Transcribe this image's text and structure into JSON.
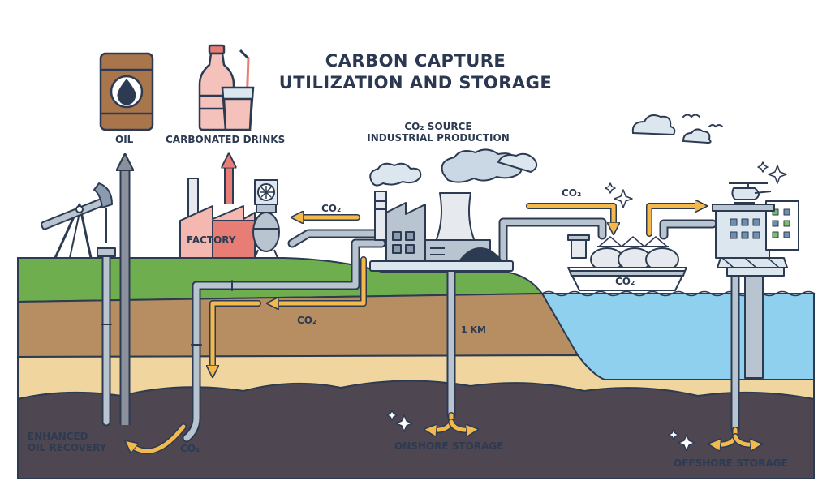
{
  "title": {
    "line1": "CARBON CAPTURE",
    "line2": "UTILIZATION AND STORAGE"
  },
  "labels": {
    "oil": "OIL",
    "carbonated_drinks": "CARBONATED DRINKS",
    "co2_source_line1": "CO₂ SOURCE",
    "co2_source_line2": "INDUSTRIAL PRODUCTION",
    "factory": "FACTORY",
    "co2_to_factory": "CO₂",
    "co2_to_ship": "CO₂",
    "ship_co2": "CO₂",
    "co2_underground": "CO₂",
    "depth": "1 KM",
    "co2_eor": "CO₂",
    "eor_line1": "ENHANCED",
    "eor_line2": "OIL RECOVERY",
    "onshore_storage": "ONSHORE STORAGE",
    "offshore_storage": "OFFSHORE STORAGE"
  },
  "icons": [
    "oil-barrel-icon",
    "bottle-icon",
    "glass-icon",
    "pumpjack-icon",
    "factory-icon",
    "cooling-tower-icon",
    "ship-icon",
    "offshore-platform-icon",
    "helicopter-icon",
    "cloud-icon",
    "bird-icon",
    "sparkle-icon"
  ],
  "colors": {
    "sky": "#ffffff",
    "grass": "#6fae4e",
    "soil_upper": "#b78e62",
    "soil_lower": "#f0d59e",
    "rock": "#4e4650",
    "sea": "#8fd0ef",
    "pipe": "#b9c4d1",
    "co2_arrow": "#f3b94c",
    "up_arrow": "#e87d76",
    "outline": "#2d3b52"
  }
}
